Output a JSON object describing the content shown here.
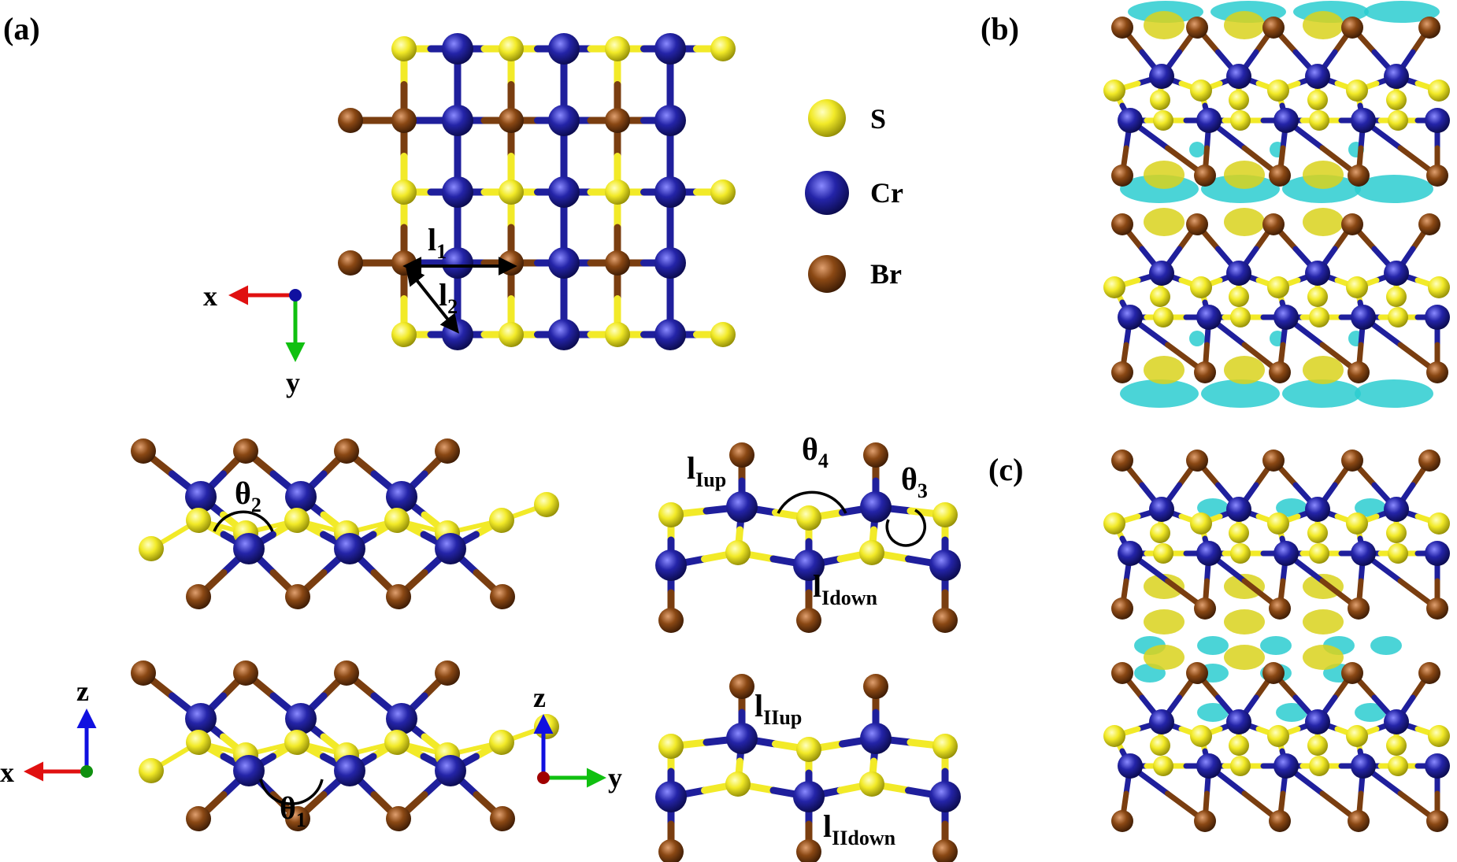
{
  "panels": {
    "a": "(a)",
    "b": "(b)",
    "c": "(c)"
  },
  "legend": {
    "s": "S",
    "cr": "Cr",
    "br": "Br"
  },
  "colors": {
    "S": "#f2ea28",
    "Cr": "#1f1f9c",
    "Br": "#7a3e10",
    "isosurface_cyan": "#2ccdd0",
    "isosurface_yellow": "#d9d21c",
    "axis_x": "#e01010",
    "axis_y": "#10c010",
    "axis_z": "#1010e0"
  },
  "axes_top": {
    "x": "x",
    "y": "y"
  },
  "axes_bottom_left": {
    "x": "x",
    "z": "z"
  },
  "axes_bottom_right": {
    "y": "y",
    "z": "z"
  },
  "labels": {
    "l1": {
      "base": "l",
      "sub": "1"
    },
    "l2": {
      "base": "l",
      "sub": "2"
    },
    "theta1": {
      "base": "θ",
      "sub": "1"
    },
    "theta2": {
      "base": "θ",
      "sub": "2"
    },
    "theta3": {
      "base": "θ",
      "sub": "3"
    },
    "theta4": {
      "base": "θ",
      "sub": "4"
    },
    "lIup": {
      "base": "l",
      "sub": "Iup"
    },
    "lIdown": {
      "base": "l",
      "sub": "Idown"
    },
    "lIIup": {
      "base": "l",
      "sub": "IIup"
    },
    "lIIdown": {
      "base": "l",
      "sub": "IIdown"
    }
  }
}
